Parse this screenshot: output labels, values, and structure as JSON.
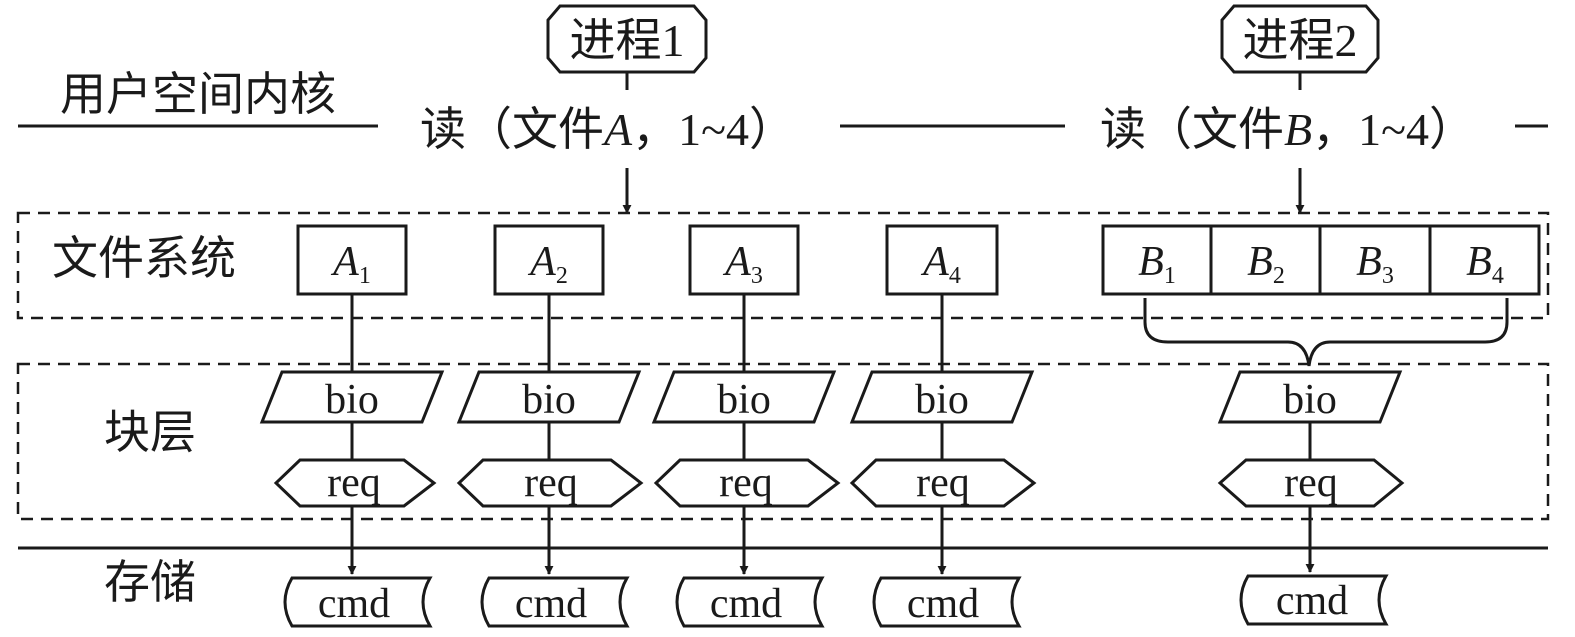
{
  "colors": {
    "ink": "#1a1a1a",
    "background": "#ffffff"
  },
  "processes": [
    {
      "label": "进程1",
      "call_prefix": "读（文件",
      "call_file": "A",
      "call_suffix": "，1~4）"
    },
    {
      "label": "进程2",
      "call_prefix": "读（文件",
      "call_file": "B",
      "call_suffix": "，1~4）"
    }
  ],
  "layers": {
    "user_kernel": "用户空间内核",
    "filesystem": "文件系统",
    "block": "块层",
    "storage": "存储"
  },
  "file_a_blocks": [
    {
      "letter": "A",
      "index": "1"
    },
    {
      "letter": "A",
      "index": "2"
    },
    {
      "letter": "A",
      "index": "3"
    },
    {
      "letter": "A",
      "index": "4"
    }
  ],
  "file_b_blocks": [
    {
      "letter": "B",
      "index": "1"
    },
    {
      "letter": "B",
      "index": "2"
    },
    {
      "letter": "B",
      "index": "3"
    },
    {
      "letter": "B",
      "index": "4"
    }
  ],
  "labels": {
    "bio": "bio",
    "req": "req",
    "cmd": "cmd"
  }
}
